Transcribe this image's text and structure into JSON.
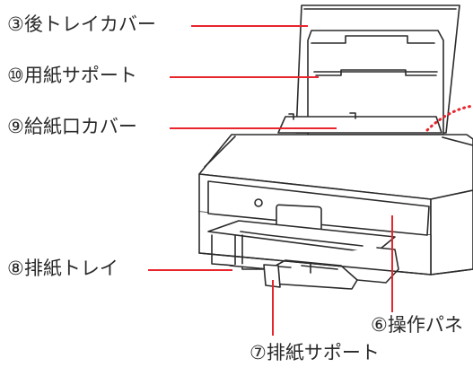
{
  "callouts": {
    "rear_tray_cover": "③後トレイカバー",
    "paper_support": "⑩用紙サポート",
    "feed_slot_cover": "⑨給紙口カバー",
    "paper_output_tray": "⑧排紙トレイ",
    "operation_panel": "⑥操作パネ",
    "output_tray_support": "⑦排紙サポート"
  },
  "colors": {
    "leader_line": "#e8242c",
    "outline": "#2b2b2b",
    "label_text": "#2a2a2a"
  }
}
